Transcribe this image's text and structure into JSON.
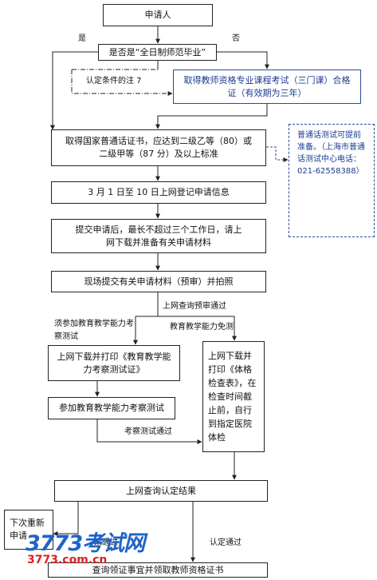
{
  "steps": {
    "applicant": "申请人",
    "graduate_question": "是否是“全日制师范毕业”",
    "certificate_condition": "认定条件的注 7",
    "course_exam": "取得教师资格专业课程考试（三门课）合格证（有效期为三年）",
    "mandarin": "取得国家普通话证书，应达到二级乙等（80）或二级甲等（87 分）及以上标准",
    "online_register": "3 月 1 日至 10 日上网登记申请信息",
    "download_materials": "提交申请后，最长不超过三个工作日，请上网下载并准备有关申请材料",
    "onsite_submit": "现场提交有关申请材料（预审）并拍照",
    "print_exam_card": "上网下载并打印《教育教学能力考察测试证》",
    "take_exam": "参加教育教学能力考察测试",
    "health_check": "上网下载并打印《体格检查表》，在检查时间截止前，自行到指定医院体检",
    "query_result": "上网查询认定结果",
    "next_apply": "下次重新申请",
    "collect_cert": "查询领证事宜并领取教师资格证书"
  },
  "labels": {
    "yes": "是",
    "no": "否",
    "prereview_passed": "上网查询预审通过",
    "must_take_exam": "须参加教育教学能力考察测试",
    "exam_exempt": "教育教学能力免测",
    "exam_passed": "考察测试通过",
    "not_passed": "未通过",
    "approved": "认定通过"
  },
  "side_note": {
    "text": "普通话测试可提前准备。（上海市普通话测试中心电话：021-62558388）"
  },
  "watermark": {
    "brand": "3773考试网",
    "url": "3773.com.cn"
  },
  "colors": {
    "note_blue": "#1a3c8f",
    "logo_blue": "#1f63c8",
    "logo_red": "#d92222"
  }
}
